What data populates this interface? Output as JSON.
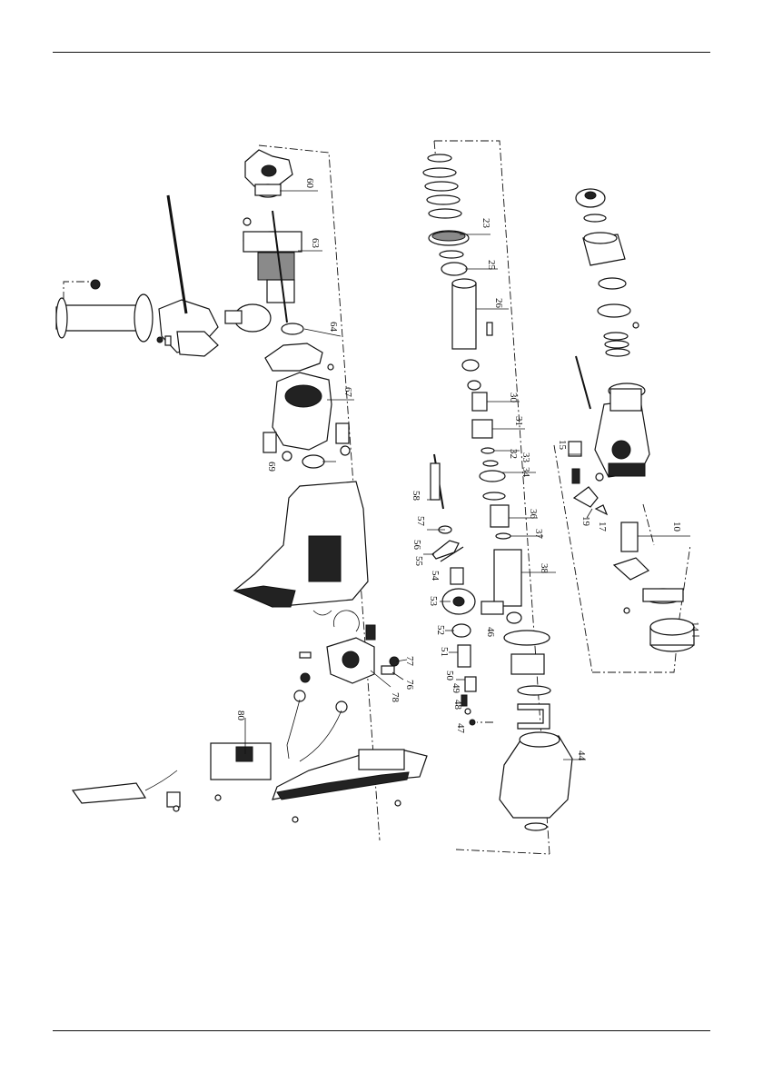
{
  "labels": {
    "p10": "10",
    "p14": "14",
    "p15": "15",
    "p17": "17",
    "p19": "19",
    "p23": "23",
    "p25": "25",
    "p26": "26",
    "p30": "30",
    "p31": "31",
    "p32": "32",
    "p33": "33",
    "p34": "34",
    "p36": "36",
    "p37": "37",
    "p38": "38",
    "p44": "44",
    "p46": "46",
    "p47": "47",
    "p48": "48",
    "p49": "49",
    "p50": "50",
    "p51": "51",
    "p52": "52",
    "p53": "53",
    "p54": "54",
    "p55": "55",
    "p56": "56",
    "p57": "57",
    "p58": "58",
    "p60": "60",
    "p63": "63",
    "p64": "64",
    "p67": "67",
    "p69": "69",
    "p76": "76",
    "p77": "77",
    "p78": "78",
    "p80": "80"
  },
  "colors": {
    "ink": "#111111",
    "paper": "#ffffff",
    "shade": "#8a8a8a"
  }
}
